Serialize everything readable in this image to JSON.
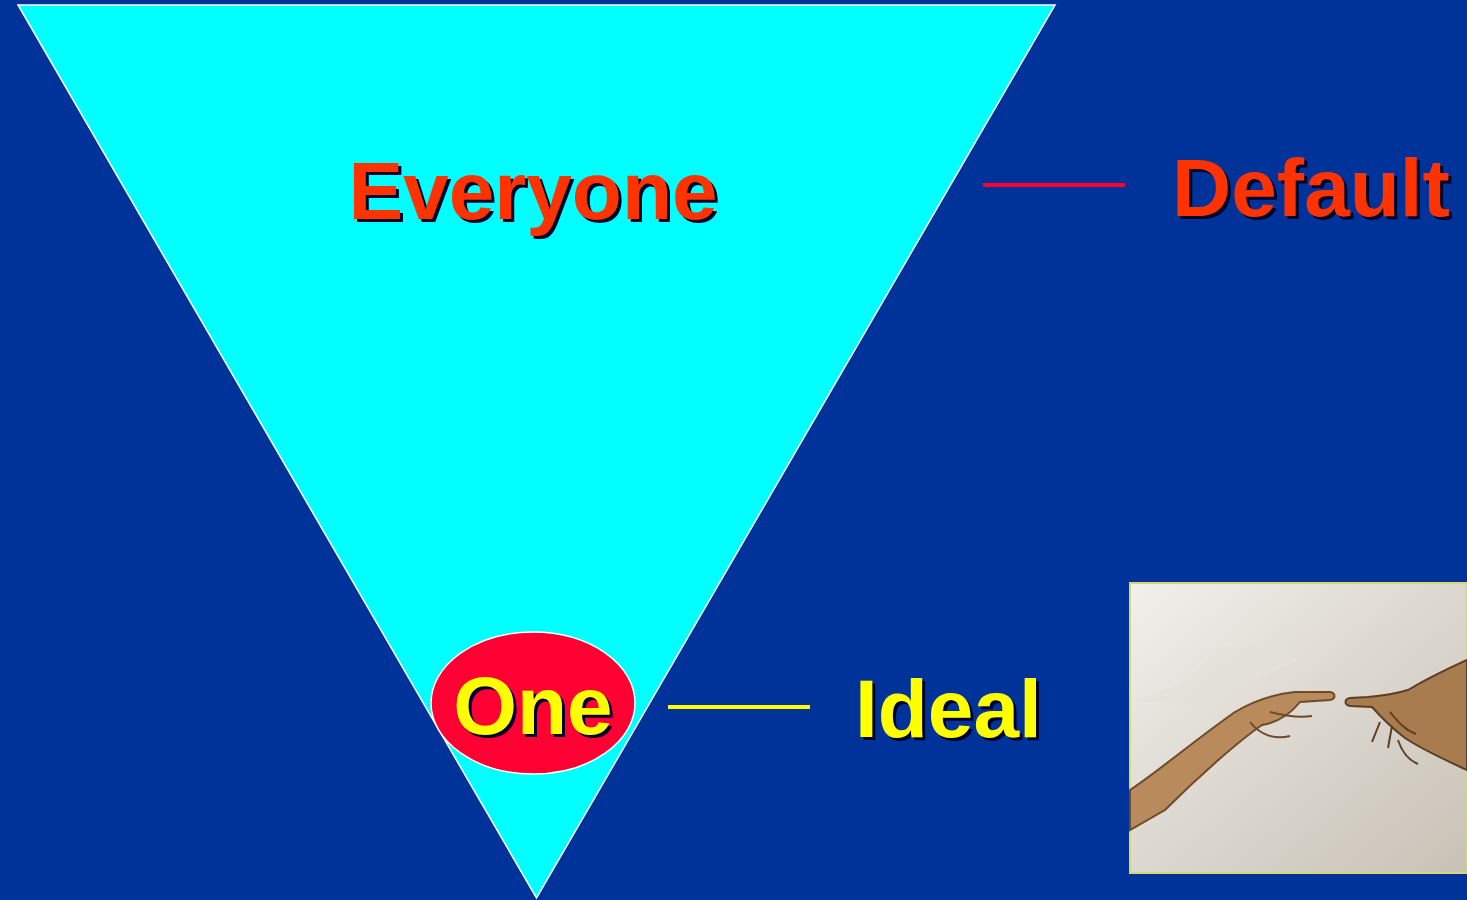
{
  "diagram": {
    "nodes": [
      {
        "text": [
          "Everyone"
        ]
      },
      {
        "text": [
          "One"
        ],
        "in": 0
      }
    ],
    "labels": [
      "Default",
      "Ideal"
    ]
  }
}
